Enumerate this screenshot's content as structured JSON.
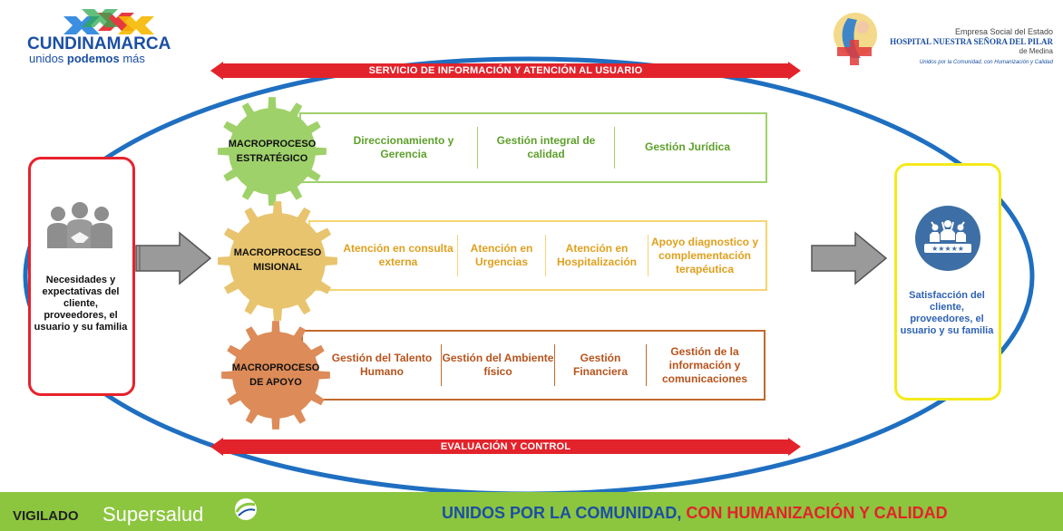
{
  "header": {
    "cundinamarca_name": "CUNDINAMARCA",
    "cundinamarca_slogan_pre": "unidos ",
    "cundinamarca_slogan_bold": "podemos",
    "cundinamarca_slogan_post": " más",
    "hospital_line1": "Empresa Social del Estado",
    "hospital_line2": "HOSPITAL NUESTRA SEÑORA DEL PILAR",
    "hospital_line3": "de Medina",
    "hospital_line4": "Unidos por la Comunidad, con Humanización y Calidad"
  },
  "top_bar": "SERVICIO DE INFORMACIÓN Y ATENCIÓN AL USUARIO",
  "bottom_bar": "EVALUACIÓN Y CONTROL",
  "input_text": "Necesidades y expectativas del cliente, proveedores, el usuario y su familia",
  "output_text": "Satisfacción del cliente, proveedores, el usuario y su familia",
  "processes": [
    {
      "gear_label": "MACROPROCESO ESTRATÉGICO",
      "color": "#9fd16b",
      "text_color": "#5ea02b",
      "items": [
        "Direccionamiento y Gerencia",
        "Gestión integral de calidad",
        "Gestión Jurídica"
      ]
    },
    {
      "gear_label": "MACROPROCESO MISIONAL",
      "color": "#e8c46e",
      "text_color": "#e0a01e",
      "items": [
        "Atención en consulta externa",
        "Atención en Urgencias",
        "Atención en Hospitalización",
        "Apoyo diagnostico y complementación terapéutica"
      ]
    },
    {
      "gear_label": "MACROPROCESO DE APOYO",
      "color": "#dd8b58",
      "text_color": "#b8531c",
      "items": [
        "Gestión del Talento Humano",
        "Gestión del Ambiente físico",
        "Gestión Financiera",
        "Gestión de la información y comunicaciones"
      ]
    }
  ],
  "footer": {
    "vigilado": "VIGILADO",
    "supersalud": "Supersalud",
    "slogan_part1": "UNIDOS POR LA COMUNIDAD, ",
    "slogan_part2": "CON HUMANIZACIÓN Y CALIDAD"
  },
  "colors": {
    "ellipse": "#1f6fc1",
    "red_bar": "#e3232b",
    "input_border": "#e8212d",
    "output_border": "#f4ea1c",
    "output_text": "#2e62b4",
    "footer_bg": "#8cc63e",
    "slogan_blue": "#1b4fa3",
    "slogan_red": "#e3232b"
  },
  "icons": [
    "group-people-icon",
    "satisfaction-rating-icon",
    "process-gear-icon",
    "flow-arrow-icon"
  ]
}
